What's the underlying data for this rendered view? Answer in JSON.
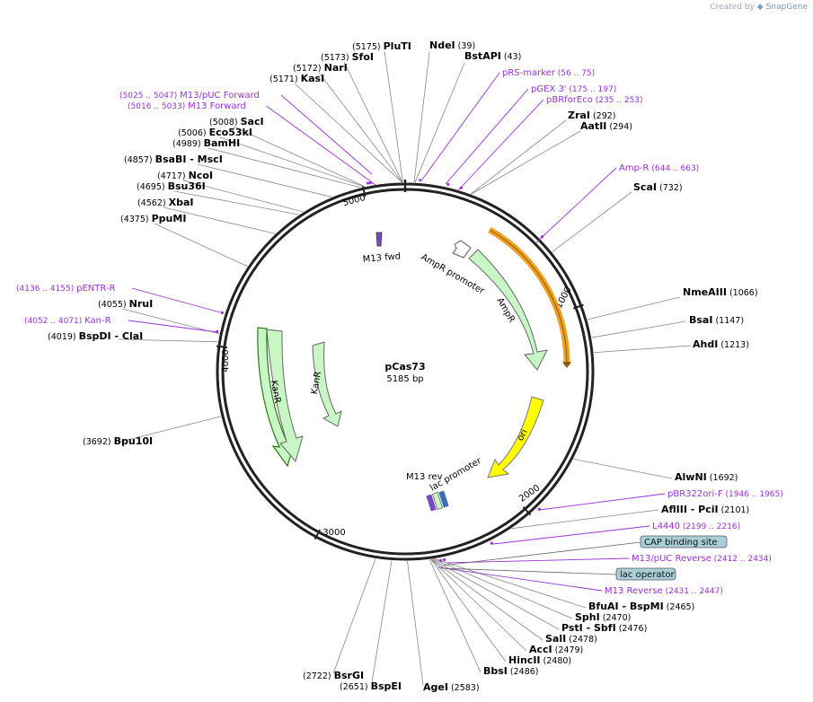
{
  "app": {
    "credit_prefix": "Created by",
    "brand": "SnapGene"
  },
  "plasmid": {
    "name": "pCas73",
    "length_label": "5185 bp",
    "length": 5185
  },
  "colors": {
    "primer": "#9b30d9",
    "feature_green": "#c8f7c5",
    "ori_yellow": "#ffff00",
    "amp_orange": "#f5a623",
    "tag_blue": "#a9cfd6"
  },
  "scale_ticks": [
    {
      "label": "1000",
      "bp": 1000
    },
    {
      "label": "2000",
      "bp": 2000
    },
    {
      "label": "3000",
      "bp": 3000
    },
    {
      "label": "4000",
      "bp": 4000
    },
    {
      "label": "5000",
      "bp": 5000
    }
  ],
  "features": [
    {
      "name": "AmpR promoter",
      "type": "promoter"
    },
    {
      "name": "AmpR",
      "type": "cds"
    },
    {
      "name": "ori",
      "type": "rep_origin"
    },
    {
      "name": "lac promoter",
      "type": "promoter"
    },
    {
      "name": "M13 rev",
      "type": "primer_bind"
    },
    {
      "name": "M13 fwd",
      "type": "primer_bind"
    },
    {
      "name": "KanR",
      "type": "cds"
    },
    {
      "name": "KanR",
      "type": "cds"
    }
  ],
  "sites": [
    {
      "name": "PluTI",
      "pos": "(5175)"
    },
    {
      "name": "SfoI",
      "pos": "(5173)"
    },
    {
      "name": "NarI",
      "pos": "(5172)"
    },
    {
      "name": "KasI",
      "pos": "(5171)"
    },
    {
      "name": "SacI",
      "pos": "(5008)"
    },
    {
      "name": "Eco53kI",
      "pos": "(5006)"
    },
    {
      "name": "BamHI",
      "pos": "(4989)"
    },
    {
      "name": "BsaBI",
      "extra": "- MscI",
      "pos": "(4857)"
    },
    {
      "name": "NcoI",
      "pos": "(4717)"
    },
    {
      "name": "Bsu36I",
      "pos": "(4695)"
    },
    {
      "name": "XbaI",
      "pos": "(4562)"
    },
    {
      "name": "PpuMI",
      "pos": "(4375)"
    },
    {
      "name": "NruI",
      "pos": "(4055)"
    },
    {
      "name": "BspDI",
      "extra": "- ClaI",
      "pos": "(4019)"
    },
    {
      "name": "Bpu10I",
      "pos": "(3692)"
    },
    {
      "name": "NdeI",
      "pos": "(39)"
    },
    {
      "name": "BstAPI",
      "pos": "(43)"
    },
    {
      "name": "ZraI",
      "pos": "(292)"
    },
    {
      "name": "AatII",
      "pos": "(294)"
    },
    {
      "name": "ScaI",
      "pos": "(732)"
    },
    {
      "name": "NmeAIII",
      "pos": "(1066)"
    },
    {
      "name": "BsaI",
      "pos": "(1147)"
    },
    {
      "name": "AhdI",
      "pos": "(1213)"
    },
    {
      "name": "AlwNI",
      "pos": "(1692)"
    },
    {
      "name": "AflIII",
      "extra": "- PciI",
      "pos": "(2101)"
    },
    {
      "name": "BfuAI",
      "extra": "- BspMI",
      "pos": "(2465)"
    },
    {
      "name": "SphI",
      "pos": "(2470)"
    },
    {
      "name": "PstI",
      "extra": "- SbfI",
      "pos": "(2476)"
    },
    {
      "name": "SalI",
      "pos": "(2478)"
    },
    {
      "name": "AccI",
      "pos": "(2479)"
    },
    {
      "name": "HincII",
      "pos": "(2480)"
    },
    {
      "name": "BbsI",
      "pos": "(2486)"
    },
    {
      "name": "AgeI",
      "pos": "(2583)"
    },
    {
      "name": "BspEI",
      "pos": "(2651)"
    },
    {
      "name": "BsrGI",
      "pos": "(2722)"
    }
  ],
  "primers": [
    {
      "name": "M13/pUC Forward",
      "range": "(5025 .. 5047)"
    },
    {
      "name": "M13 Forward",
      "range": "(5016 .. 5033)"
    },
    {
      "name": "pENTR-R",
      "range": "(4136 .. 4155)"
    },
    {
      "name": "Kan-R",
      "range": "(4052 .. 4071)"
    },
    {
      "name": "pRS-marker",
      "range": "(56 .. 75)"
    },
    {
      "name": "pGEX 3'",
      "range": "(175 .. 197)"
    },
    {
      "name": "pBRforEco",
      "range": "(235 .. 253)"
    },
    {
      "name": "Amp-R",
      "range": "(644 .. 663)"
    },
    {
      "name": "pBR322ori-F",
      "range": "(1946 .. 1965)"
    },
    {
      "name": "L4440",
      "range": "(2199 .. 2216)"
    },
    {
      "name": "M13/pUC Reverse",
      "range": "(2412 .. 2434)"
    },
    {
      "name": "M13 Reverse",
      "range": "(2431 .. 2447)"
    }
  ],
  "tags": [
    {
      "name": "CAP binding site"
    },
    {
      "name": "lac operator"
    }
  ]
}
